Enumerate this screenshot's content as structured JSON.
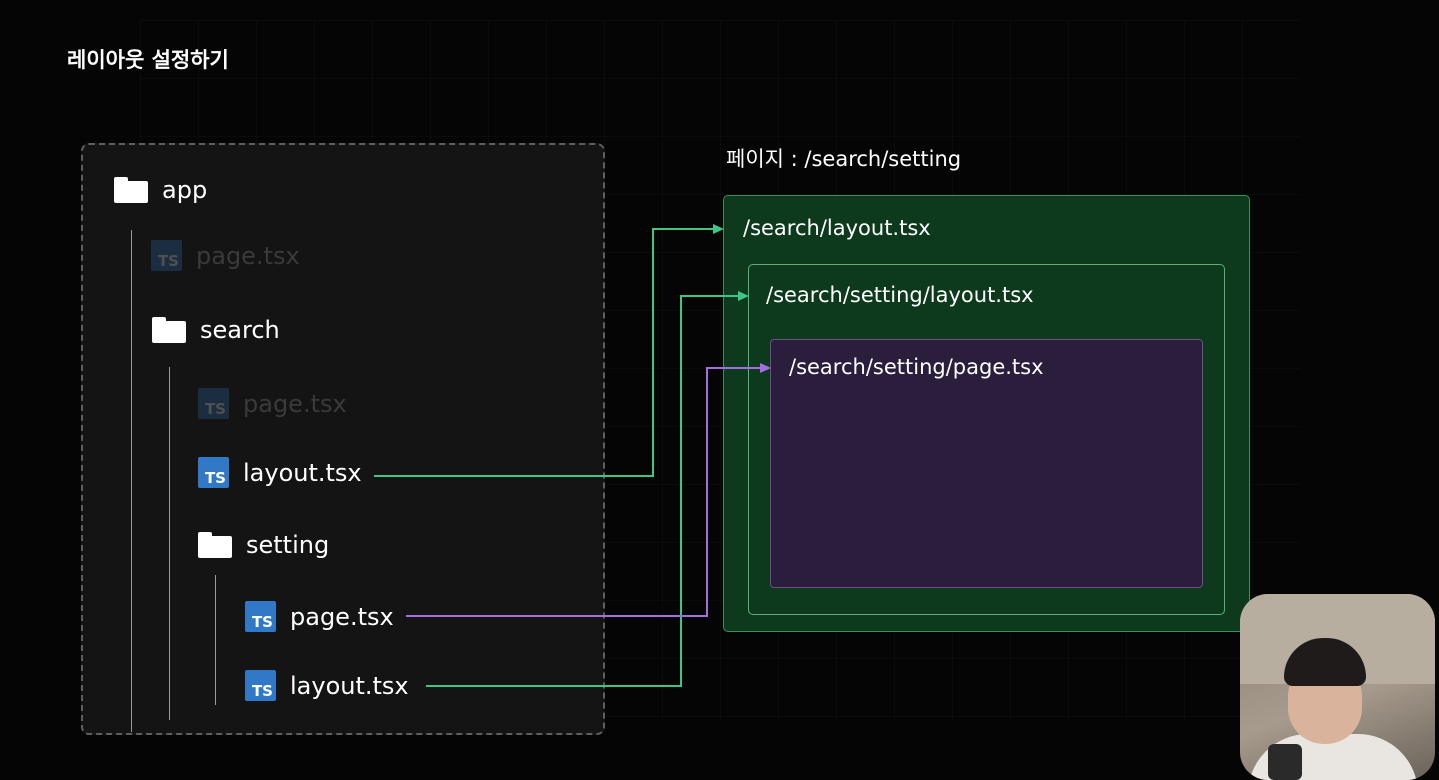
{
  "title": "레이아웃 설정하기",
  "tree": {
    "app": "app",
    "app_page": "page.tsx",
    "search": "search",
    "search_page": "page.tsx",
    "search_layout": "layout.tsx",
    "setting": "setting",
    "setting_page": "page.tsx",
    "setting_layout": "layout.tsx",
    "ts_badge": "TS"
  },
  "preview": {
    "caption": "페이지 : /search/setting",
    "outer_label": "/search/layout.tsx",
    "middle_label": "/search/setting/layout.tsx",
    "inner_label": "/search/setting/page.tsx"
  },
  "colors": {
    "background": "#050505",
    "layout_connector": "#3fc58a",
    "page_connector": "#a46ee0",
    "layout_box_fill": "#0d3a1c",
    "page_box_fill": "#2b1e3d",
    "ts_icon": "#3179c6"
  },
  "icons": {
    "folder": "folder-icon",
    "typescript_file": "typescript-file-icon",
    "webcam": "presenter-webcam"
  }
}
